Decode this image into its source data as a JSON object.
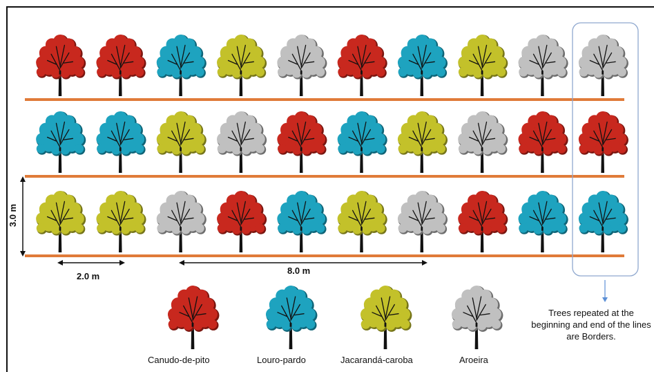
{
  "colors": {
    "background": "#ffffff",
    "row_line": "#e07b39",
    "border_box": "#8fa8cf",
    "arrow_blue": "#5b8fd6",
    "trunk": "#111111"
  },
  "species": [
    {
      "key": "CP",
      "name": "Canudo-de-pito",
      "color": "#c8281e",
      "dark": "#7a1610"
    },
    {
      "key": "LP",
      "name": "Louro-pardo",
      "color": "#1ea3bf",
      "dark": "#0f6477"
    },
    {
      "key": "JC",
      "name": "Jacarandá-caroba",
      "color": "#c3c12a",
      "dark": "#76751a"
    },
    {
      "key": "AR",
      "name": "Aroeira",
      "color": "#c0c0c0",
      "dark": "#6e6e6e"
    }
  ],
  "rows": [
    [
      "CP",
      "CP",
      "LP",
      "JC",
      "AR",
      "CP",
      "LP",
      "JC",
      "AR",
      "AR"
    ],
    [
      "LP",
      "LP",
      "JC",
      "AR",
      "CP",
      "LP",
      "JC",
      "AR",
      "CP",
      "CP"
    ],
    [
      "JC",
      "JC",
      "AR",
      "CP",
      "LP",
      "JC",
      "AR",
      "CP",
      "LP",
      "LP"
    ]
  ],
  "dimensions": {
    "row_spacing": "3.0 m",
    "tree_spacing": "2.0 m",
    "span": "8.0 m"
  },
  "border_note": "Trees repeated at the beginning and end of the lines are Borders."
}
